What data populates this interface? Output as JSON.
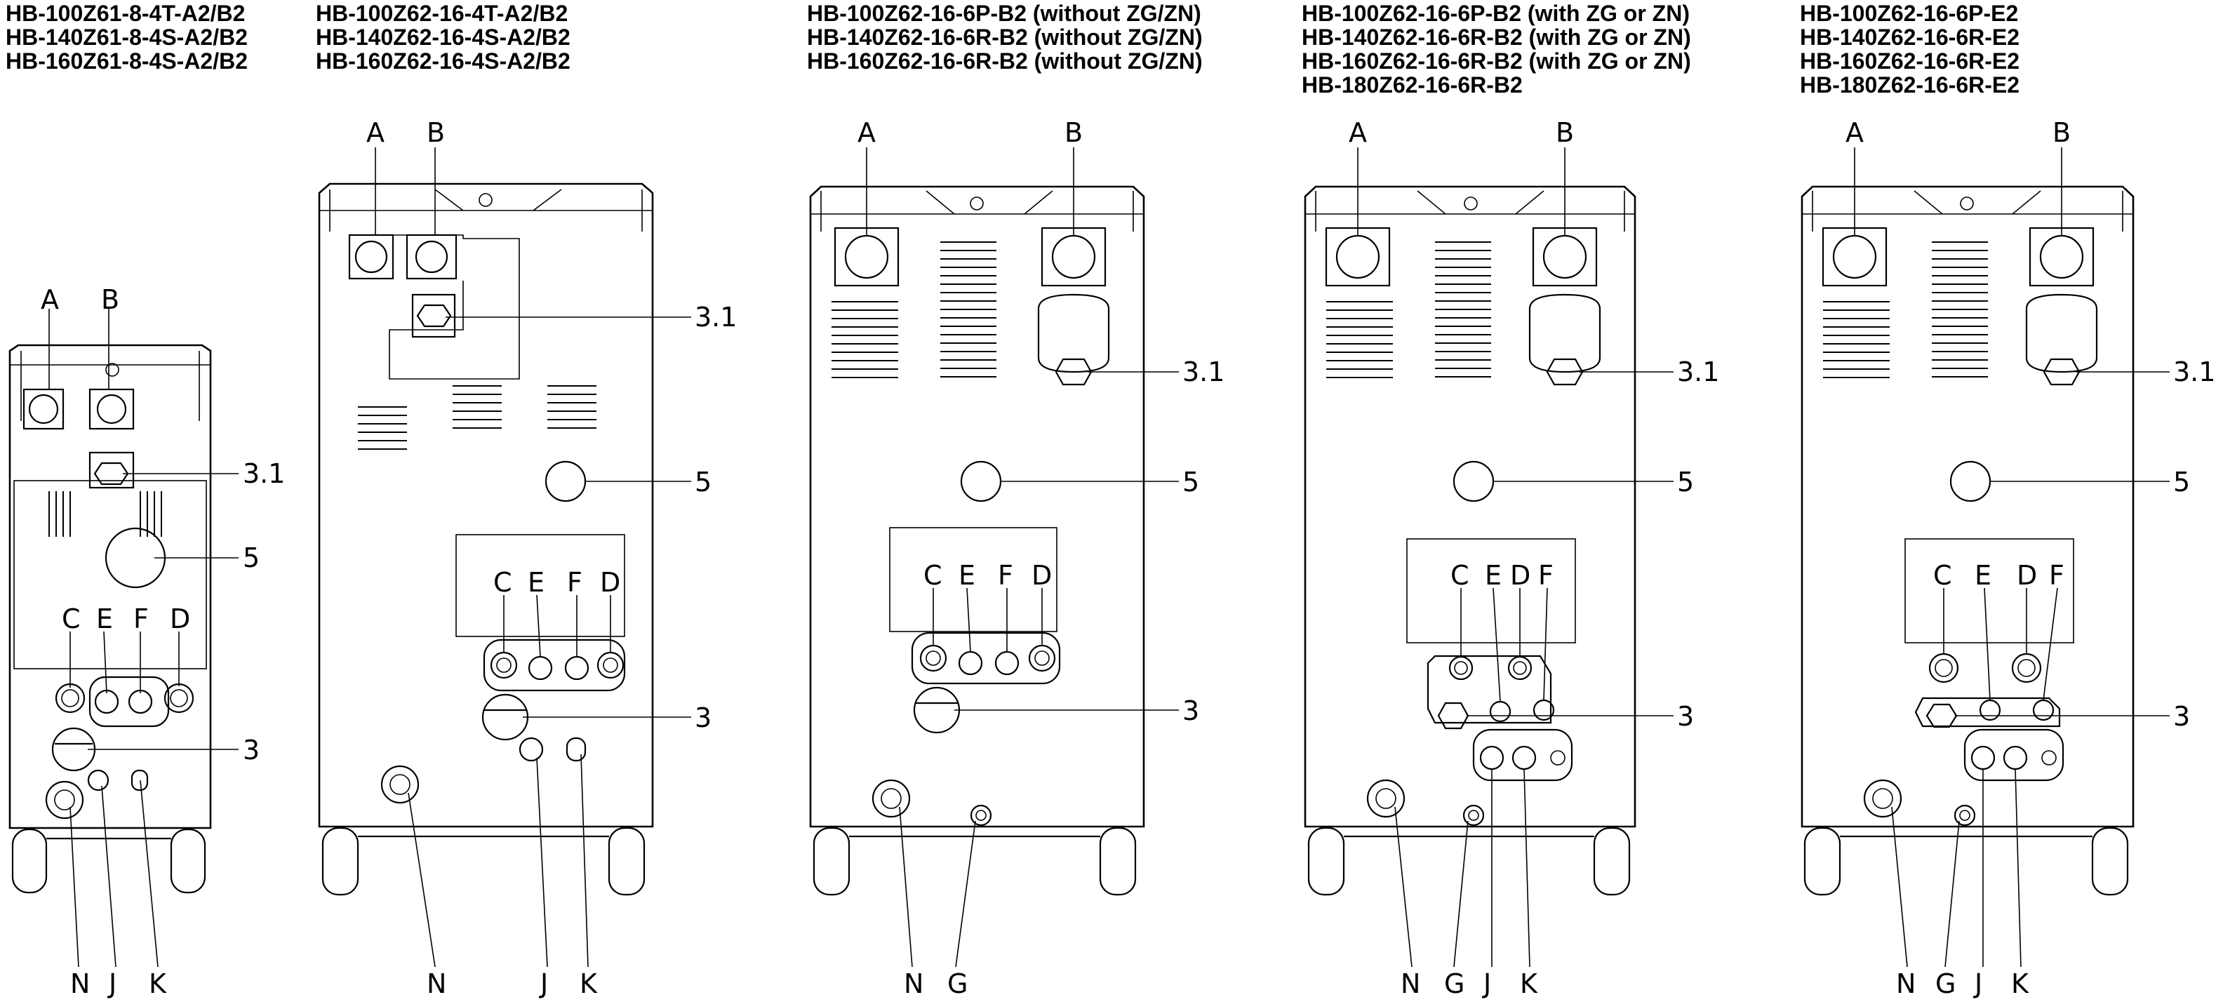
{
  "units": [
    {
      "id": "u1",
      "titles": [
        "HB-100Z61-8-4T-A2/B2",
        "HB-140Z61-8-4S-A2/B2",
        "HB-160Z61-8-4S-A2/B2"
      ],
      "labels": {
        "A": "A",
        "B": "B",
        "C": "C",
        "E": "E",
        "F": "F",
        "D": "D",
        "p31": "3.1",
        "p5": "5",
        "p3": "3",
        "N": "N",
        "J": "J",
        "K": "K"
      }
    },
    {
      "id": "u2",
      "titles": [
        "HB-100Z62-16-4T-A2/B2",
        "HB-140Z62-16-4S-A2/B2",
        "HB-160Z62-16-4S-A2/B2"
      ],
      "labels": {
        "A": "A",
        "B": "B",
        "C": "C",
        "E": "E",
        "F": "F",
        "D": "D",
        "p31": "3.1",
        "p5": "5",
        "p3": "3",
        "N": "N",
        "J": "J",
        "K": "K"
      }
    },
    {
      "id": "u3",
      "titles": [
        "HB-100Z62-16-6P-B2 (without ZG/ZN)",
        "HB-140Z62-16-6R-B2 (without ZG/ZN)",
        "HB-160Z62-16-6R-B2 (without ZG/ZN)"
      ],
      "labels": {
        "A": "A",
        "B": "B",
        "C": "C",
        "E": "E",
        "F": "F",
        "D": "D",
        "p31": "3.1",
        "p5": "5",
        "p3": "3",
        "N": "N",
        "G": "G"
      }
    },
    {
      "id": "u4",
      "titles": [
        "HB-100Z62-16-6P-B2 (with ZG or ZN)",
        "HB-140Z62-16-6R-B2 (with ZG or ZN)",
        "HB-160Z62-16-6R-B2 (with ZG or ZN)",
        "HB-180Z62-16-6R-B2"
      ],
      "labels": {
        "A": "A",
        "B": "B",
        "C": "C",
        "E": "E",
        "D": "D",
        "F": "F",
        "p31": "3.1",
        "p5": "5",
        "p3": "3",
        "N": "N",
        "G": "G",
        "J": "J",
        "K": "K"
      }
    },
    {
      "id": "u5",
      "titles": [
        "HB-100Z62-16-6P-E2",
        "HB-140Z62-16-6R-E2",
        "HB-160Z62-16-6R-E2",
        "HB-180Z62-16-6R-E2"
      ],
      "labels": {
        "A": "A",
        "B": "B",
        "C": "C",
        "E": "E",
        "D": "D",
        "F": "F",
        "p31": "3.1",
        "p5": "5",
        "p3": "3",
        "N": "N",
        "G": "G",
        "J": "J",
        "K": "K"
      }
    }
  ]
}
